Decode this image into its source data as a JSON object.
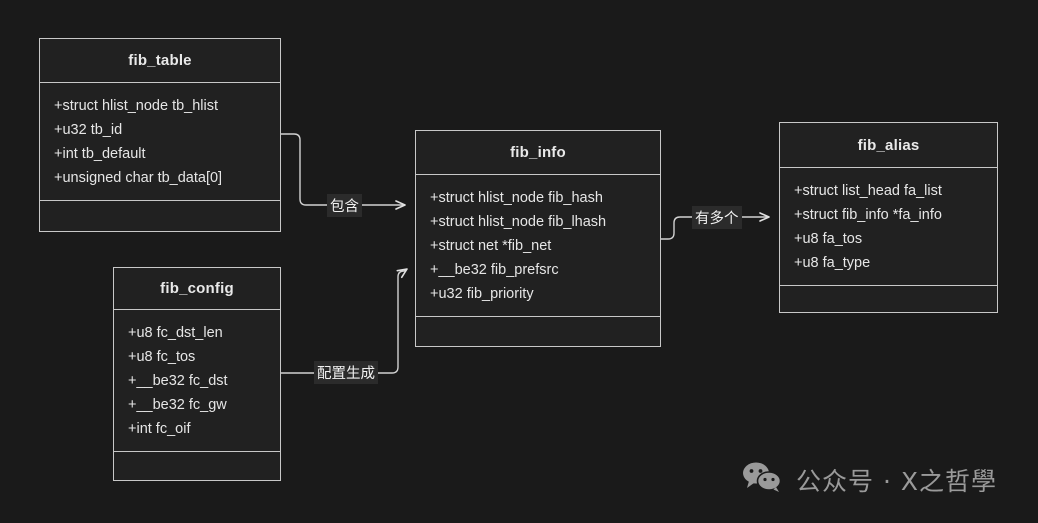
{
  "diagram": {
    "type": "uml-class-diagram",
    "background_color": "#1a1a1a",
    "box_fill_color": "#212121",
    "border_color": "#c8c8c8",
    "text_color": "#e6e6e6",
    "classes": [
      {
        "id": "fib_table",
        "name": "fib_table",
        "attributes": [
          "+struct hlist_node tb_hlist",
          "+u32 tb_id",
          "+int tb_default",
          "+unsigned char tb_data[0]"
        ],
        "methods": []
      },
      {
        "id": "fib_info",
        "name": "fib_info",
        "attributes": [
          "+struct hlist_node fib_hash",
          "+struct hlist_node fib_lhash",
          "+struct net *fib_net",
          "+__be32 fib_prefsrc",
          "+u32 fib_priority"
        ],
        "methods": []
      },
      {
        "id": "fib_alias",
        "name": "fib_alias",
        "attributes": [
          "+struct list_head fa_list",
          "+struct fib_info *fa_info",
          "+u8 fa_tos",
          "+u8 fa_type"
        ],
        "methods": []
      },
      {
        "id": "fib_config",
        "name": "fib_config",
        "attributes": [
          "+u8 fc_dst_len",
          "+u8 fc_tos",
          "+__be32 fc_dst",
          "+__be32 fc_gw",
          "+int fc_oif"
        ],
        "methods": []
      }
    ],
    "edges": [
      {
        "id": "contains",
        "from": "fib_table",
        "to": "fib_info",
        "label": "包含"
      },
      {
        "id": "has_many",
        "from": "fib_info",
        "to": "fib_alias",
        "label": "有多个"
      },
      {
        "id": "generates",
        "from": "fib_config",
        "to": "fib_info",
        "label": "配置生成"
      }
    ]
  },
  "watermark": {
    "icon": "wechat-icon",
    "text": "公众号 · X之哲學",
    "color": "#9a9a9a"
  }
}
